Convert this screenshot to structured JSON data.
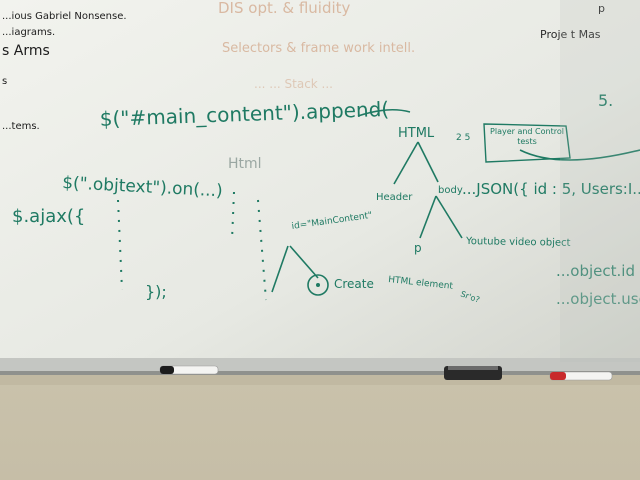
{
  "colors": {
    "wall": "#cfc9b4",
    "board": "#e9ebe6",
    "board_shade": "#d7d8d2",
    "tray": "#bfc2bf",
    "ink_black": "#1c1c1c",
    "ink_green": "#1f7a63",
    "ink_ghost": "#d9b9a2",
    "ink_faint": "#a9aeb0",
    "marker_cap_red": "#c8292b",
    "marker_cap_blue": "#2c3f7a",
    "eraser": "#2a2a2a"
  },
  "board": {
    "left_notes": [
      "...ious Gabriel Nonsense.",
      "...iagrams.",
      "s Arms",
      "s",
      "...tems."
    ],
    "ghost_lines": [
      "DIS opt. & fluidity",
      "Selectors & frame work intell.",
      "... ... Stack ..."
    ],
    "top_right_notes": [
      "Proje t Mas",
      "p"
    ],
    "code_line_1": "$(\"#main_content\").append(",
    "code_line_2": "$(\".objtext\").on(...)",
    "code_line_3": "$.ajax({",
    "code_close": "});",
    "html_note": "Html",
    "id_note": "id=\"MainContent\"",
    "create_note": "Create",
    "html_element_note": "HTML element",
    "tree": {
      "root": "HTML",
      "head": "Header",
      "body": "body",
      "p": "p",
      "video": "Youtube video object",
      "hint": "Sr'o?"
    },
    "player_box": "Player and Control tests",
    "right_code": [
      "...JSON({ id : 5, Users:I...",
      "...object.id",
      "...object.user..."
    ],
    "misc": [
      "5.",
      "2 5"
    ]
  }
}
